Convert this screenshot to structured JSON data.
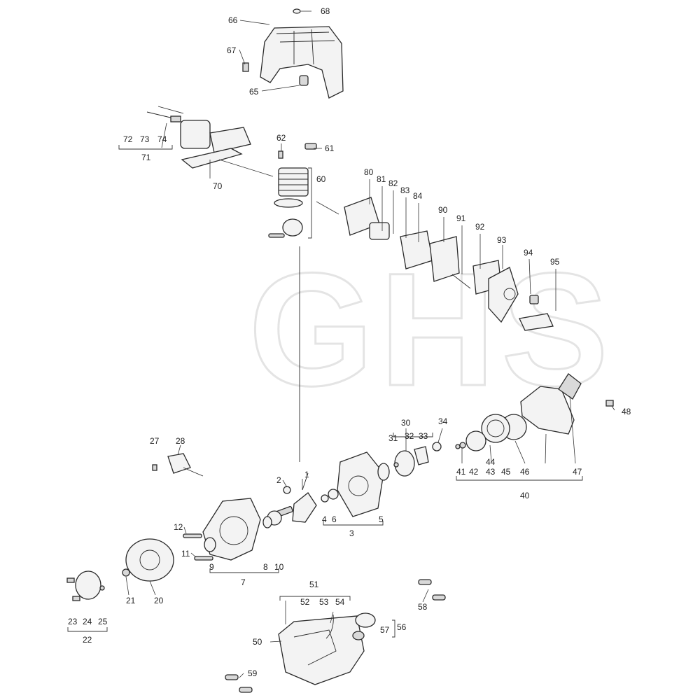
{
  "watermark": "GHS",
  "callouts": [
    {
      "id": "c66",
      "text": "66"
    },
    {
      "id": "c68",
      "text": "68"
    },
    {
      "id": "c67",
      "text": "67"
    },
    {
      "id": "c65",
      "text": "65"
    },
    {
      "id": "c72",
      "text": "72"
    },
    {
      "id": "c73",
      "text": "73"
    },
    {
      "id": "c74",
      "text": "74"
    },
    {
      "id": "c71",
      "text": "71"
    },
    {
      "id": "c70",
      "text": "70"
    },
    {
      "id": "c62",
      "text": "62"
    },
    {
      "id": "c61",
      "text": "61"
    },
    {
      "id": "c60",
      "text": "60"
    },
    {
      "id": "c80",
      "text": "80"
    },
    {
      "id": "c81",
      "text": "81"
    },
    {
      "id": "c82",
      "text": "82"
    },
    {
      "id": "c83",
      "text": "83"
    },
    {
      "id": "c84",
      "text": "84"
    },
    {
      "id": "c90",
      "text": "90"
    },
    {
      "id": "c91",
      "text": "91"
    },
    {
      "id": "c92",
      "text": "92"
    },
    {
      "id": "c93",
      "text": "93"
    },
    {
      "id": "c94",
      "text": "94"
    },
    {
      "id": "c95",
      "text": "95"
    },
    {
      "id": "c48",
      "text": "48"
    },
    {
      "id": "c30",
      "text": "30"
    },
    {
      "id": "c34",
      "text": "34"
    },
    {
      "id": "c31",
      "text": "31"
    },
    {
      "id": "c32",
      "text": "32"
    },
    {
      "id": "c33",
      "text": "33"
    },
    {
      "id": "c44",
      "text": "44"
    },
    {
      "id": "c41",
      "text": "41"
    },
    {
      "id": "c42",
      "text": "42"
    },
    {
      "id": "c43",
      "text": "43"
    },
    {
      "id": "c45",
      "text": "45"
    },
    {
      "id": "c46",
      "text": "46"
    },
    {
      "id": "c47",
      "text": "47"
    },
    {
      "id": "c40",
      "text": "40"
    },
    {
      "id": "c27",
      "text": "27"
    },
    {
      "id": "c28",
      "text": "28"
    },
    {
      "id": "c1",
      "text": "1"
    },
    {
      "id": "c2",
      "text": "2"
    },
    {
      "id": "c4",
      "text": "4"
    },
    {
      "id": "c6",
      "text": "6"
    },
    {
      "id": "c5",
      "text": "5"
    },
    {
      "id": "c3",
      "text": "3"
    },
    {
      "id": "c12",
      "text": "12"
    },
    {
      "id": "c11",
      "text": "11"
    },
    {
      "id": "c9",
      "text": "9"
    },
    {
      "id": "c8",
      "text": "8"
    },
    {
      "id": "c10",
      "text": "10"
    },
    {
      "id": "c7",
      "text": "7"
    },
    {
      "id": "c21",
      "text": "21"
    },
    {
      "id": "c20",
      "text": "20"
    },
    {
      "id": "c23",
      "text": "23"
    },
    {
      "id": "c24",
      "text": "24"
    },
    {
      "id": "c25",
      "text": "25"
    },
    {
      "id": "c22",
      "text": "22"
    },
    {
      "id": "c51",
      "text": "51"
    },
    {
      "id": "c52",
      "text": "52"
    },
    {
      "id": "c53",
      "text": "53"
    },
    {
      "id": "c54",
      "text": "54"
    },
    {
      "id": "c50",
      "text": "50"
    },
    {
      "id": "c56",
      "text": "56"
    },
    {
      "id": "c57",
      "text": "57"
    },
    {
      "id": "c58",
      "text": "58"
    },
    {
      "id": "c59",
      "text": "59"
    }
  ]
}
